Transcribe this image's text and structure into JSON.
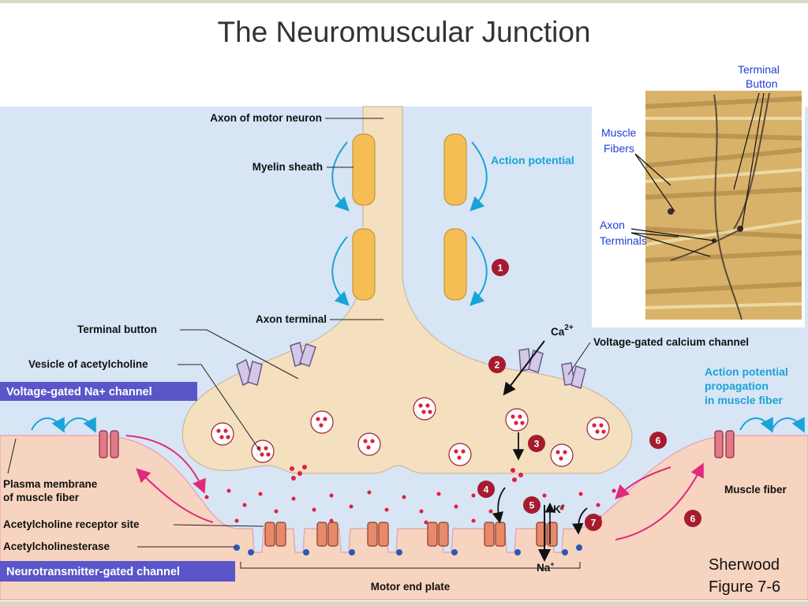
{
  "title": "The Neuromuscular Junction",
  "labels": {
    "axon_motor_neuron": "Axon of motor neuron",
    "myelin_sheath": "Myelin sheath",
    "action_potential": "Action potential",
    "axon_terminal": "Axon terminal",
    "terminal_button": "Terminal button",
    "vesicle_ach": "Vesicle of acetylcholine",
    "ca": "Ca",
    "ca_sup": "2+",
    "vg_calcium_channel": "Voltage-gated calcium channel",
    "ap_prop_1": "Action potential",
    "ap_prop_2": "propagation",
    "ap_prop_3": "in muscle fiber",
    "plasma_1": "Plasma membrane",
    "plasma_2": "of muscle fiber",
    "ach_receptor": "Acetylcholine receptor site",
    "achesterase": "Acetylcholinesterase",
    "motor_end_plate": "Motor end plate",
    "muscle_fiber": "Muscle fiber",
    "k": "K",
    "k_sup": "+",
    "na": "Na",
    "na_sup": "+"
  },
  "banners": {
    "na_channel": "Voltage-gated Na+ channel",
    "nt_channel": "Neurotransmitter-gated channel"
  },
  "photo_labels": {
    "terminal_1": "Terminal",
    "terminal_2": "Button",
    "muscle_1": "Muscle",
    "muscle_2": "Fibers",
    "axon_1": "Axon",
    "axon_2": "Terminals"
  },
  "steps": [
    "1",
    "2",
    "3",
    "4",
    "5",
    "6",
    "6",
    "7"
  ],
  "credit": {
    "line1": "Sherwood",
    "line2": "Figure 7-6"
  },
  "colors": {
    "background_blue": "#d7e5f5",
    "neuron": "#f4dfbf",
    "myelin": "#f4be55",
    "muscle": "#f7d4c0",
    "step_badge": "#a61b2e",
    "banner": "#5a55c9",
    "ach_dot": "#e0203a"
  }
}
